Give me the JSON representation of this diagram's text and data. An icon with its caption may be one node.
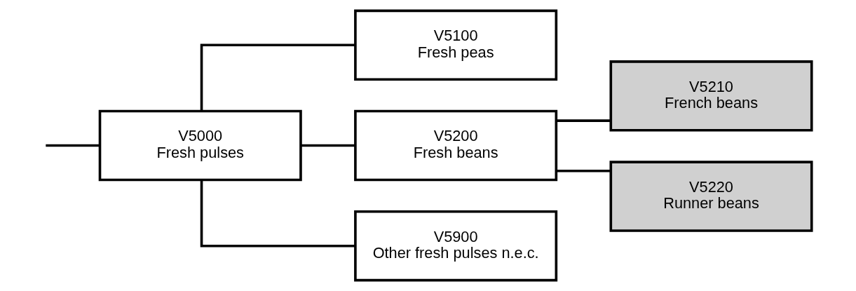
{
  "diagram": {
    "nodes": [
      {
        "text": [
          "V5000",
          "Fresh pulses"
        ]
      },
      {
        "text": [
          "V5100",
          "Fresh peas"
        ]
      },
      {
        "text": [
          "V5200",
          "Fresh beans"
        ]
      },
      {
        "text": [
          "V5900",
          "Other fresh pulses n.e.c."
        ]
      },
      {
        "text": [
          "V5210",
          "French beans"
        ]
      },
      {
        "text": [
          "V5220",
          "Runner beans"
        ]
      }
    ],
    "edges": [
      {
        "from": null,
        "to": 0,
        "arrow": "none"
      },
      {
        "from": 0,
        "to": 1,
        "arrow": "none"
      },
      {
        "from": 0,
        "to": 2,
        "arrow": "none"
      },
      {
        "from": 0,
        "to": 3,
        "arrow": "none"
      },
      {
        "from": 2,
        "to": 4,
        "arrow": "none"
      },
      {
        "from": 2,
        "to": 5,
        "arrow": "none"
      }
    ]
  }
}
